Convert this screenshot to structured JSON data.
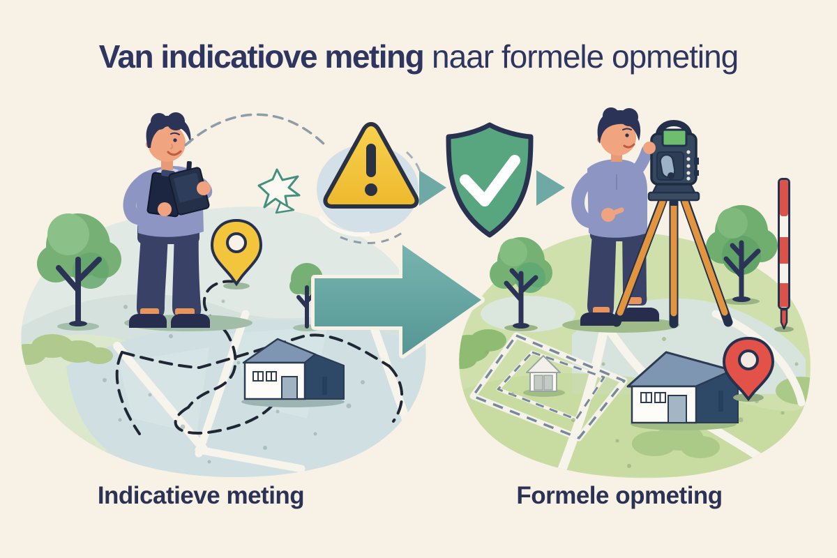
{
  "title": {
    "bold": "Van indicatiove meting",
    "regular": "naar formele opmeting"
  },
  "captions": {
    "left": "Indicatieve meting",
    "right": "Formele opmeting"
  },
  "palette": {
    "background": "#f8f1e6",
    "heading_text": "#2e3660",
    "caption_text": "#2b3254",
    "arrow_teal": "#63a5a2",
    "warning_yellow": "#f2c33c",
    "warning_outline": "#2a3142",
    "shield_green": "#57a67f",
    "shield_outline": "#283150",
    "check_white": "#ffffff",
    "pin_yellow": "#f3c53d",
    "pin_red": "#e25248",
    "pole_red": "#d9534a",
    "tripod_orange": "#e2953e",
    "shirt_purple": "#8d95c3",
    "pants_navy": "#3a4166",
    "skin": "#f0a47f",
    "hair_navy": "#2b3357",
    "left_terrain": "#e0e9e3",
    "left_map": "#cfdfe2",
    "right_terrain": "#cfe0ad",
    "house_roof_blue": "#7e96b1",
    "house_side_navy": "#2e4968",
    "road_white": "#f7f4ec"
  },
  "icons": {
    "warning": "warning-triangle-icon",
    "approved": "shield-check-icon",
    "transition": "big-arrow-right-icon",
    "step_arrows": "small-arrow-right-icon",
    "left_marker": "map-pin-yellow-icon",
    "right_marker": "map-pin-red-icon"
  },
  "scenes": {
    "left": {
      "elements": [
        "surveyor-with-clipboard",
        "map-pin-yellow",
        "sketch-map-dashed-boundary",
        "house",
        "trees",
        "paper-sketch"
      ]
    },
    "right": {
      "elements": [
        "surveyor-with-total-station",
        "tripod",
        "range-pole",
        "map-pin-red",
        "house",
        "shed",
        "parcel-boundary",
        "trees"
      ]
    }
  }
}
